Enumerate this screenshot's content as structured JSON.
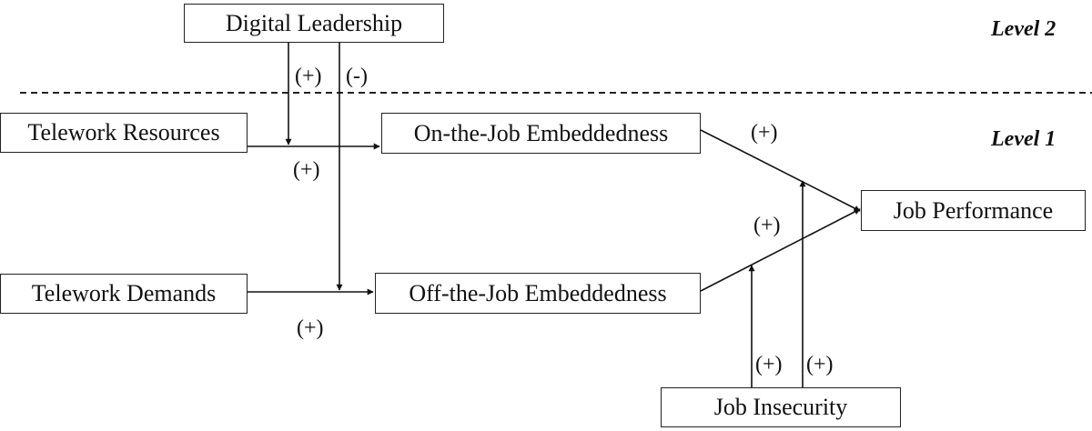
{
  "constructs": {
    "digital_leadership": "Digital Leadership",
    "telework_resources": "Telework Resources",
    "telework_demands": "Telework Demands",
    "on_the_job_embeddedness": "On-the-Job Embeddedness",
    "off_the_job_embeddedness": "Off-the-Job Embeddedness",
    "job_performance": "Job Performance",
    "job_insecurity": "Job Insecurity"
  },
  "levels": {
    "level_2": "Level 2",
    "level_1": "Level 1"
  },
  "path_signs": {
    "dl_to_resources_path": "(+)",
    "dl_to_demands_path": "(-)",
    "resources_to_on_job": "(+)",
    "demands_to_off_job": "(+)",
    "on_job_to_performance": "(+)",
    "off_job_to_performance": "(+)",
    "insecurity_on_off_job_path": "(+)",
    "insecurity_on_on_job_path": "(+)"
  },
  "colors": {
    "line": "#111111",
    "box_border": "#222222",
    "text": "#111111",
    "background": "#ffffff"
  }
}
